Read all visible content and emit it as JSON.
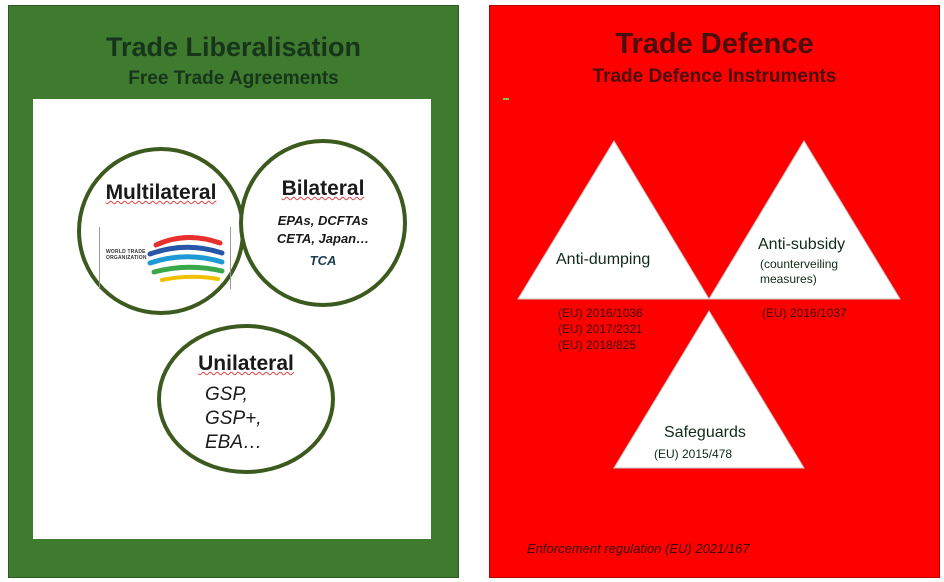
{
  "left": {
    "title": "Trade Liberalisation",
    "subtitle": "Free Trade Agreements",
    "multilateral": {
      "title": "Multilateral",
      "logo_text_line1": "WORLD TRADE",
      "logo_text_line2": "ORGANIZATION"
    },
    "bilateral": {
      "title": "Bilateral",
      "line1": "EPAs, DCFTAs",
      "line2": "CETA, Japan…",
      "line3": "TCA"
    },
    "unilateral": {
      "title": "Unilateral",
      "line1": "GSP,",
      "line2": "GSP+,",
      "line3": "EBA…"
    }
  },
  "right": {
    "title": "Trade Defence",
    "subtitle": "Trade Defence Instruments",
    "antidumping": {
      "label": "Anti-dumping",
      "regs": [
        "(EU) 2016/1036",
        "(EU) 2017/2321",
        "(EU) 2018/825"
      ]
    },
    "antisubsidy": {
      "label": "Anti-subsidy",
      "sub_line1": "(counterveiling",
      "sub_line2": "measures)",
      "reg": "(EU) 2016/1037"
    },
    "safeguards": {
      "label": "Safeguards",
      "reg": "(EU) 2015/478"
    },
    "enforcement": "Enforcement regulation (EU) 2021/167"
  },
  "colors": {
    "left_bg": "#3e7b2f",
    "right_bg": "#ff0000",
    "circle_border": "#3c5a1e"
  }
}
